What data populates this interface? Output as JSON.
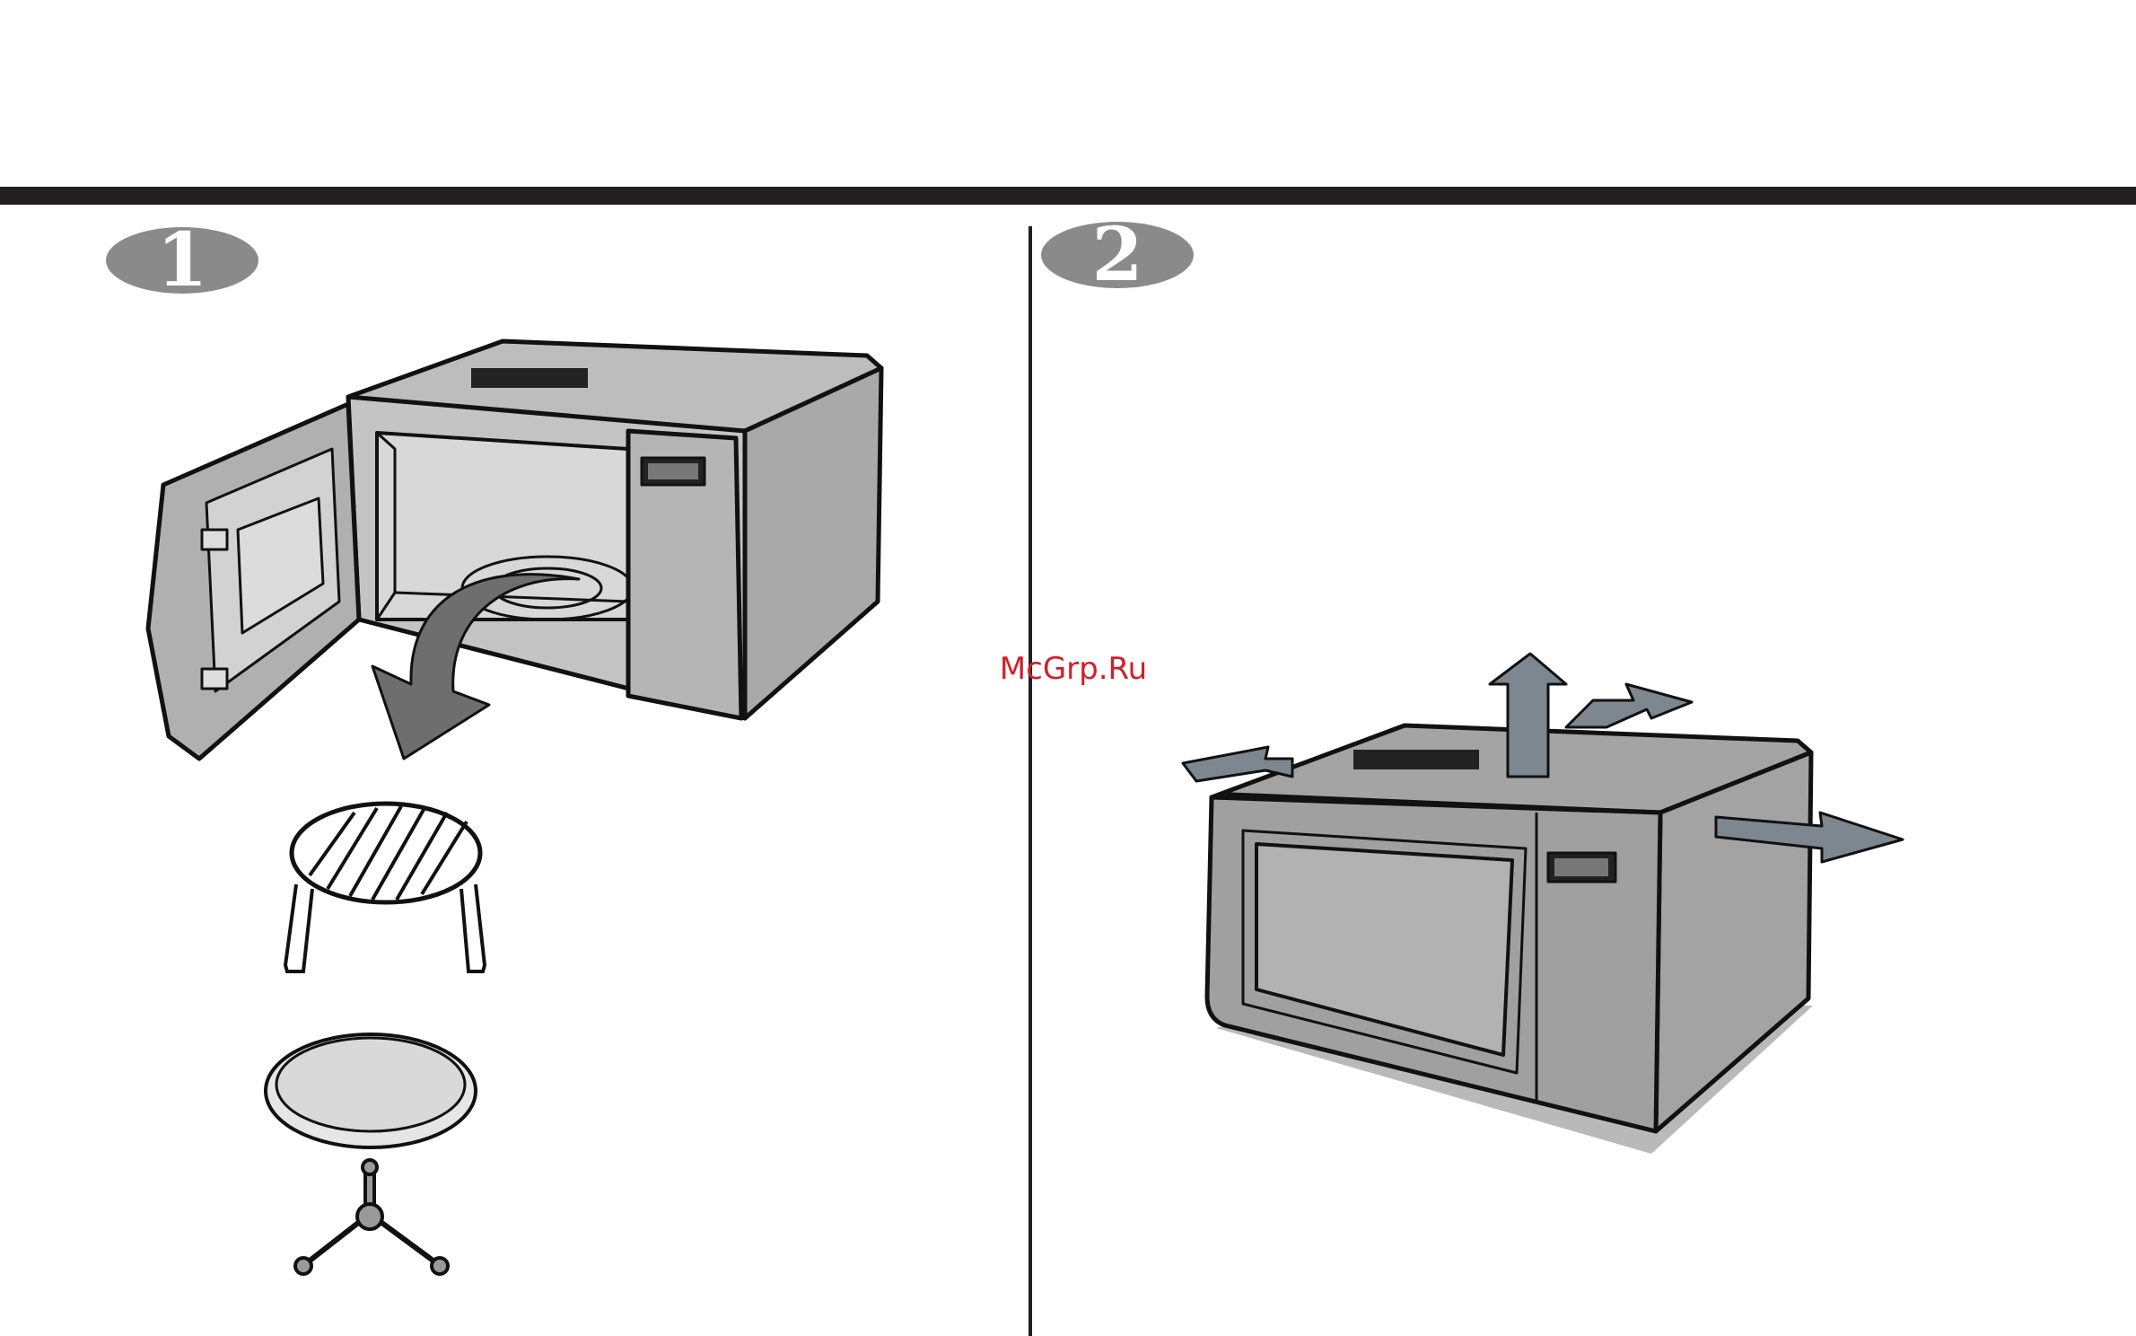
{
  "steps": [
    {
      "number": "1"
    },
    {
      "number": "2"
    }
  ],
  "watermark": "McGrp.Ru",
  "colors": {
    "rule": "#231f20",
    "badge": "#8a8a8a",
    "body_gray": "#a9a9a9",
    "light_gray": "#cfcfcf",
    "arrow_gray": "#6e6e6e",
    "watermark_red": "#d0202a"
  }
}
